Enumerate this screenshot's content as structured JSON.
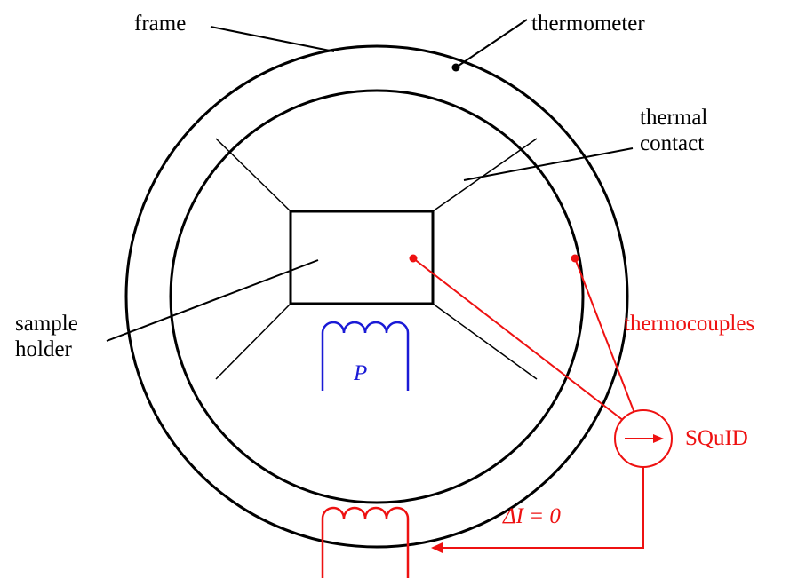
{
  "labels": {
    "frame": "frame",
    "thermometer": "thermometer",
    "thermal_contact_line1": "thermal",
    "thermal_contact_line2": "contact",
    "sample_holder_line1": "sample",
    "sample_holder_line2": "holder",
    "thermocouples": "thermocouples",
    "squid": "SQuID",
    "heater_power": "P",
    "delta_i": "ΔI = 0"
  },
  "colors": {
    "structure": "#000000",
    "measurement_circuit": "#ee1111",
    "heater_coil": "#1a1ad6"
  }
}
